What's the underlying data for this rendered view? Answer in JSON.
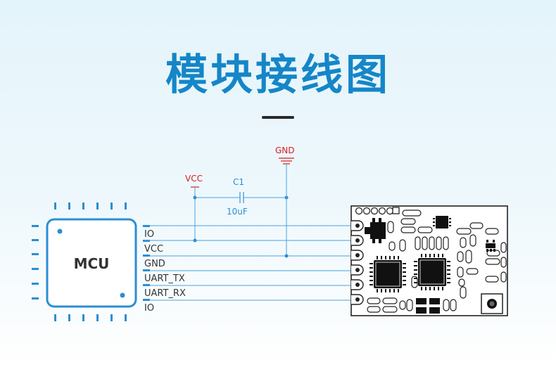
{
  "title": "模块接线图",
  "mcu": {
    "label": "MCU"
  },
  "pins": [
    "IO",
    "VCC",
    "GND",
    "UART_TX",
    "UART_RX",
    "IO"
  ],
  "power": {
    "vcc": "VCC",
    "gnd": "GND"
  },
  "capacitor": {
    "name": "C1",
    "value": "10uF"
  },
  "colors": {
    "title": "#1586c8",
    "accent": "#2c8ed0",
    "power": "#d81e1e",
    "wire": "#4aa3df",
    "chip": "#111111"
  }
}
